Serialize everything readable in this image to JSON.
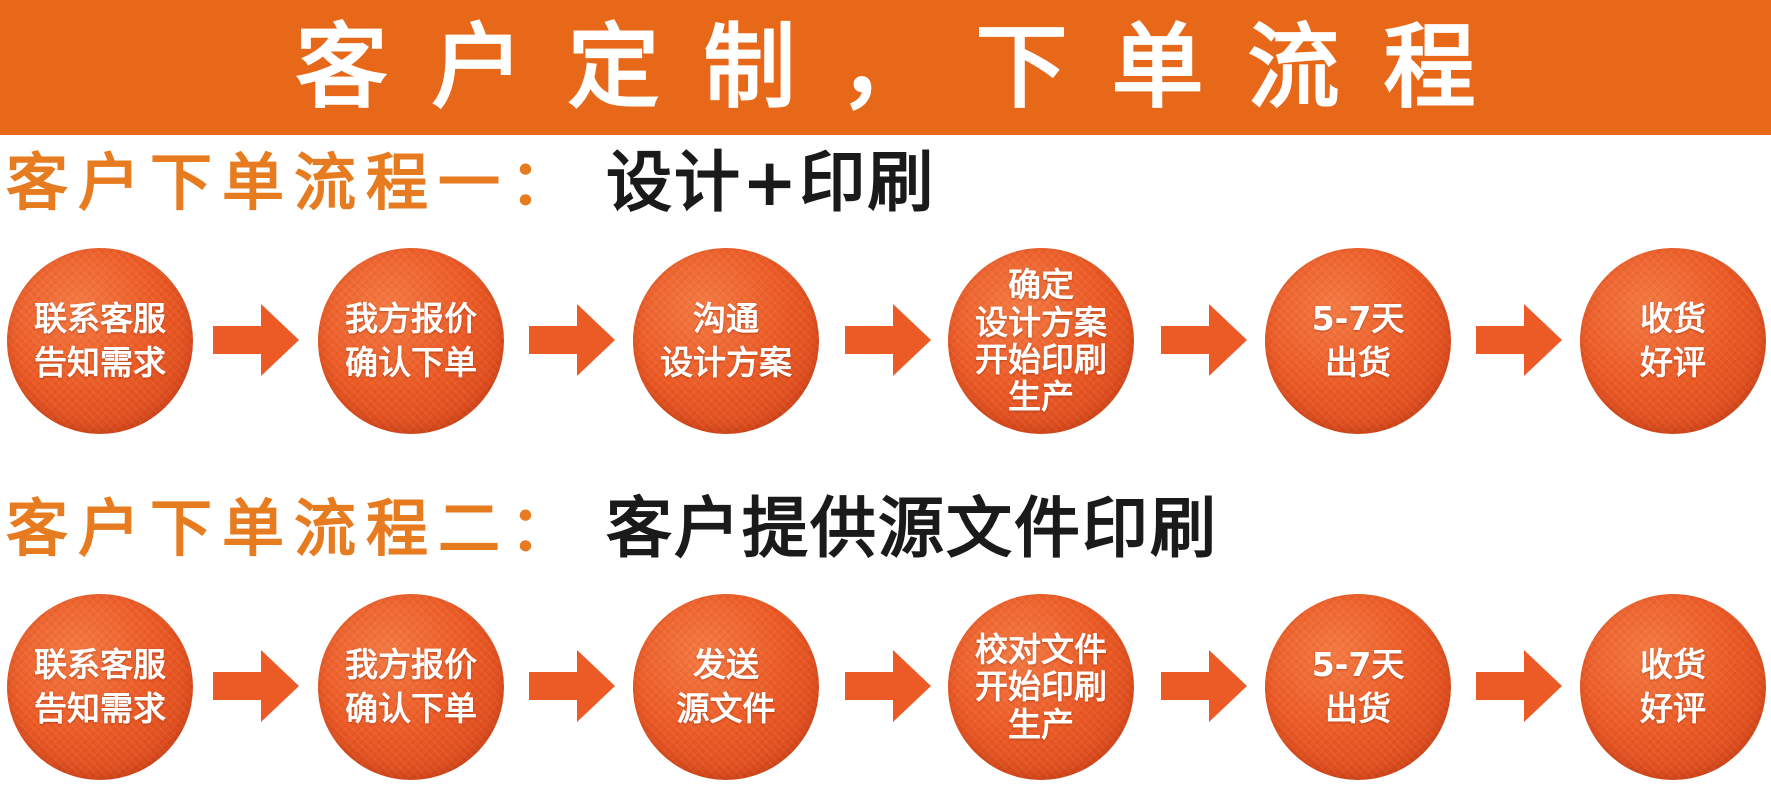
{
  "banner": {
    "title": "客户定制，下单流程"
  },
  "flow_one": {
    "heading_prefix": "客户下单流程一：",
    "heading_subject": "设计+印刷",
    "steps": [
      {
        "label": "联系客服\n告知需求"
      },
      {
        "label": "我方报价\n确认下单"
      },
      {
        "label": "沟通\n设计方案"
      },
      {
        "label": "确定\n设计方案\n开始印刷\n生产"
      },
      {
        "label": "5-7天\n出货"
      },
      {
        "label": "收货\n好评"
      }
    ]
  },
  "flow_two": {
    "heading_prefix": "客户下单流程二：",
    "heading_subject": "客户提供源文件印刷",
    "steps": [
      {
        "label": "联系客服\n告知需求"
      },
      {
        "label": "我方报价\n确认下单"
      },
      {
        "label": "发送\n源文件"
      },
      {
        "label": "校对文件\n开始印刷\n生产"
      },
      {
        "label": "5-7天\n出货"
      },
      {
        "label": "收货\n好评"
      }
    ]
  },
  "colors": {
    "banner_background": "#e8681a",
    "heading_accent": "#e77b1f",
    "circle_fill": "#ec5a25",
    "arrow_fill": "#ec5a25",
    "subject_text": "#1a1a1a"
  },
  "icons": {
    "connector": "arrow-right-icon"
  }
}
